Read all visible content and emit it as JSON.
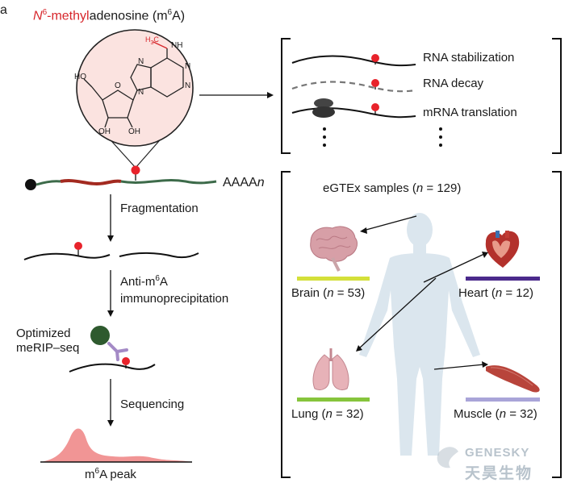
{
  "header": {
    "panel_mark": "a"
  },
  "title": {
    "n": "N",
    "n_sup": "6",
    "methyl": "-methyl",
    "adenosine": "adenosine (m",
    "m_sup": "6",
    "close": "A)"
  },
  "molecule": {
    "h3c": "H",
    "h3c_sub": "3",
    "c": "C",
    "nh": "NH",
    "n_atom": "N",
    "o_atom": "O",
    "ho": "HO",
    "oh": "OH"
  },
  "pipeline": {
    "poly_a": "AAAA",
    "poly_a_n": "n",
    "fragmentation": "Fragmentation",
    "anti_prefix": "Anti-m",
    "anti_sup": "6",
    "anti_suffix": "A",
    "immuno": "immunoprecipitation",
    "optimized": "Optimized",
    "merip": "meRIP–seq",
    "sequencing": "Sequencing",
    "peak_m": "m",
    "peak_sup": "6",
    "peak_rest": "A peak"
  },
  "effects": {
    "items": [
      "RNA stabilization",
      "RNA decay",
      "mRNA translation"
    ]
  },
  "samples": {
    "title_prefix": "eGTEx samples (",
    "n": "n",
    "title_suffix": " = 129)",
    "tissues": [
      {
        "name": "Brain (",
        "n": "n",
        "count": " = 53)",
        "color": "#d4e03a"
      },
      {
        "name": "Heart (",
        "n": "n",
        "count": " = 12)",
        "color": "#4b2a8c"
      },
      {
        "name": "Lung (",
        "n": "n",
        "count": " = 32)",
        "color": "#86c43c"
      },
      {
        "name": "Muscle (",
        "n": "n",
        "count": " = 32)",
        "color": "#a9a4d8"
      }
    ]
  },
  "watermark": {
    "en": "GENESKY",
    "cn": "天昊生物"
  },
  "colors": {
    "marker": "#e8232b",
    "rna_red": "#a32a20",
    "rna_green": "#3d6b4a",
    "peak": "#f08a8a"
  }
}
